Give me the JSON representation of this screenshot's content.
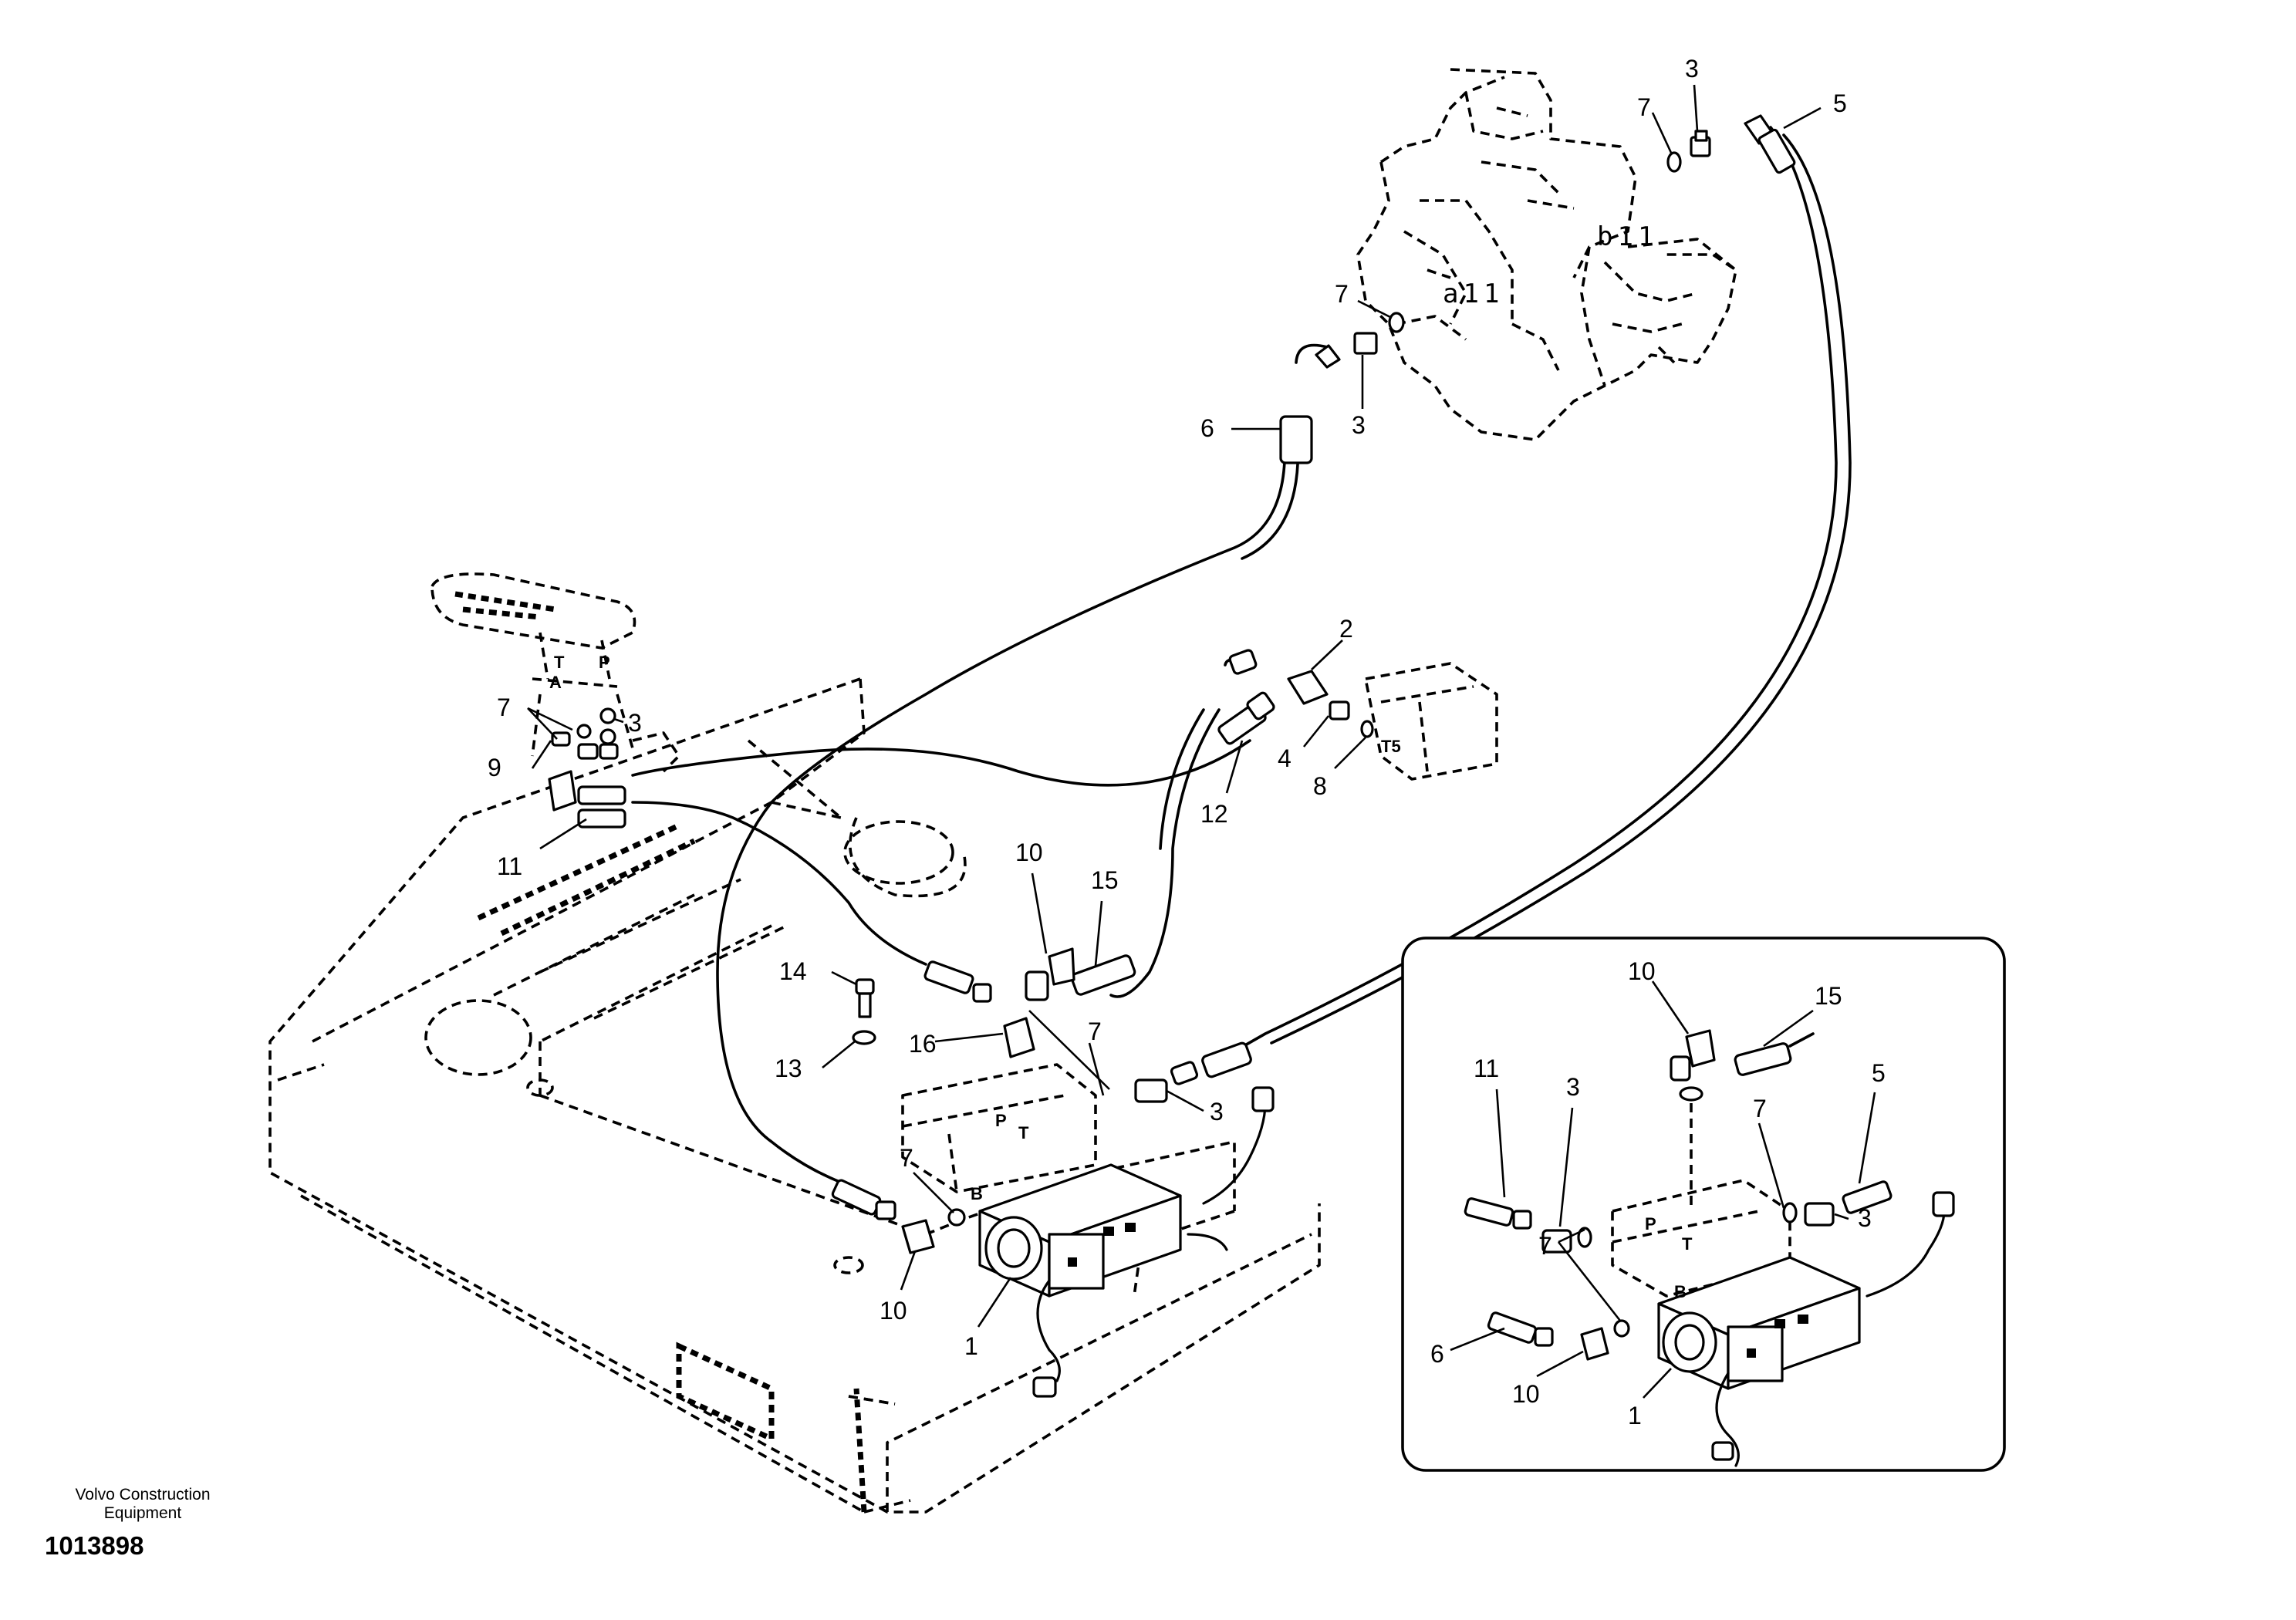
{
  "diagram": {
    "callouts": {
      "c5_top": "5",
      "c3_top": "3",
      "c7_top": "7",
      "c7_a": "7",
      "c3_a": "3",
      "c6_main": "6",
      "c2": "2",
      "c4": "4",
      "c8": "8",
      "c12": "12",
      "c7_pedal": "7",
      "c3_pedal": "3",
      "c9": "9",
      "c11_main": "11",
      "c10_main": "10",
      "c15_main": "15",
      "c14": "14",
      "c16": "16",
      "c13": "13",
      "c7_mid": "7",
      "c3_mid": "3",
      "c7_left": "7",
      "c10_low": "10",
      "c1_main": "1",
      "inset_c10": "10",
      "inset_c15": "15",
      "inset_c11": "11",
      "inset_c3_a": "3",
      "inset_c5": "5",
      "inset_c7_a": "7",
      "inset_c7_b": "7",
      "inset_c3_b": "3",
      "inset_c6": "6",
      "inset_c10_b": "10",
      "inset_c1": "1"
    },
    "port_labels": {
      "b11": "b11",
      "a11": "a11",
      "pedal_T": "T",
      "pedal_P": "P",
      "pedal_A": "A",
      "valve_B": "B",
      "valve_P": "P",
      "valve_T": "T",
      "valve_T5": "T5",
      "inset_B": "B",
      "inset_P": "P",
      "inset_T": "T"
    }
  },
  "footer": {
    "brand_line1": "Volvo Construction",
    "brand_line2": "Equipment",
    "doc_number": "1013898"
  }
}
